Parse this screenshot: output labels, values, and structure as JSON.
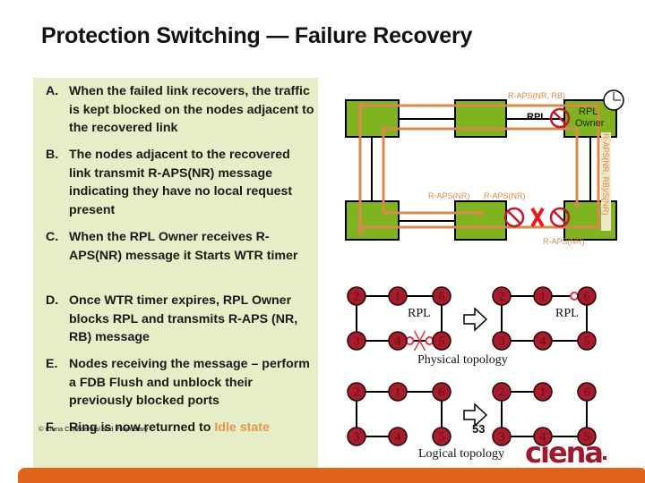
{
  "title": "Protection Switching — Failure Recovery",
  "steps": [
    {
      "label": "A.",
      "text": "When the failed link recovers, the traffic is kept blocked on the nodes adjacent to the recovered link"
    },
    {
      "label": "B.",
      "text": "The nodes adjacent to the recovered link transmit R-APS(NR) message indicating they have no local request present"
    },
    {
      "label": "C.",
      "text": "When the RPL Owner receives R-APS(NR) message it Starts WTR timer"
    },
    {
      "label": "D.",
      "text": "Once WTR timer expires, RPL Owner blocks RPL and transmits R-APS (NR, RB) message"
    },
    {
      "label": "E.",
      "text": "Nodes receiving the message – perform a FDB Flush and unblock their previously blocked ports"
    },
    {
      "label": "F.",
      "text_before": "Ring is now returned to ",
      "highlight": "Idle state"
    }
  ],
  "copyright": "© Ciena Confidential and Proprietary",
  "ring_diagram": {
    "msg_top": "R-APS(NR, RB)",
    "msg_right": "R-APS(NR, RB)/S(NR)",
    "msg_bottom_left": "R-APS(NR)",
    "msg_bottom_mid": "R-APS(NR)",
    "msg_bottom_right": "R-APS(NR)",
    "rpl_label": "RPL",
    "owner_label_1": "RPL",
    "owner_label_2": "Owner",
    "icons": [
      "block-icon",
      "failure-x-icon",
      "wtr-timer-clock-icon"
    ]
  },
  "topology": {
    "rpl_label": "RPL",
    "physical_label": "Physical topology",
    "logical_label": "Logical topology",
    "nodes": [
      "1",
      "2",
      "3",
      "4",
      "5",
      "6"
    ]
  },
  "page_number": "53",
  "logo": "ciena",
  "colors": {
    "panel": "#e5eec6",
    "accent_orange": "#e0651a",
    "message_orange": "#d9894a",
    "node_green": "#7fb31f",
    "node_red": "#a51c2c",
    "idle_state": "#e8944a",
    "brand": "#a01830"
  }
}
